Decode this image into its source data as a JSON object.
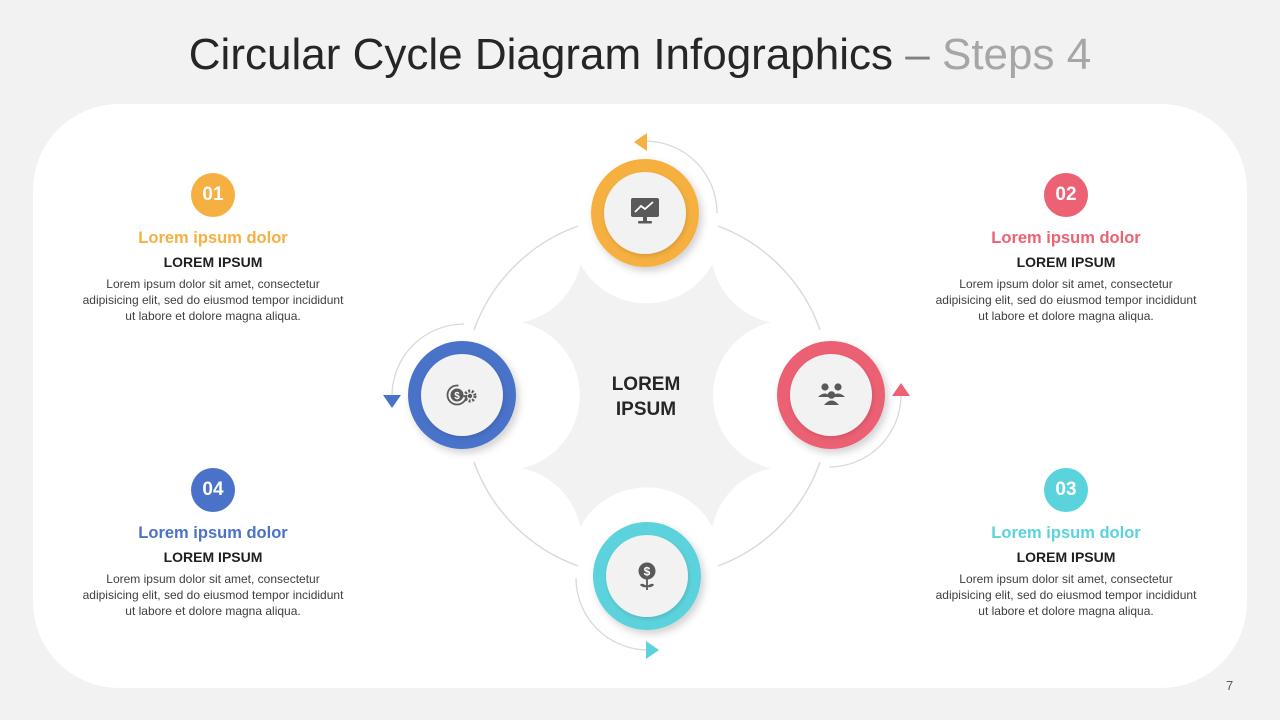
{
  "title": {
    "main": "Circular Cycle Diagram Infographics",
    "separator": "–",
    "sub": "Steps 4"
  },
  "center_label": {
    "line1": "LOREM",
    "line2": "IPSUM"
  },
  "steps": [
    {
      "number": "01",
      "heading": "Lorem ipsum dolor",
      "subheading": "LOREM IPSUM",
      "body": "Lorem ipsum dolor sit amet, consectetur adipisicing elit, sed do eiusmod tempor incididunt ut labore et dolore magna aliqua.",
      "color": "#f5b041",
      "icon": "presentation-chart-icon"
    },
    {
      "number": "02",
      "heading": "Lorem ipsum dolor",
      "subheading": "LOREM IPSUM",
      "body": "Lorem ipsum dolor sit amet, consectetur adipisicing elit, sed do eiusmod tempor incididunt ut labore et dolore magna aliqua.",
      "color": "#ec6173",
      "icon": "team-icon"
    },
    {
      "number": "03",
      "heading": "Lorem ipsum dolor",
      "subheading": "LOREM IPSUM",
      "body": "Lorem ipsum dolor sit amet, consectetur adipisicing elit, sed do eiusmod tempor incididunt ut labore et dolore magna aliqua.",
      "color": "#5bd3dc",
      "icon": "money-plant-icon"
    },
    {
      "number": "04",
      "heading": "Lorem ipsum dolor",
      "subheading": "LOREM IPSUM",
      "body": "Lorem ipsum dolor sit amet, consectetur adipisicing elit, sed do eiusmod tempor incididunt ut labore et dolore magna aliqua.",
      "color": "#4a72c9",
      "icon": "money-gear-icon"
    }
  ],
  "page_number": "7"
}
